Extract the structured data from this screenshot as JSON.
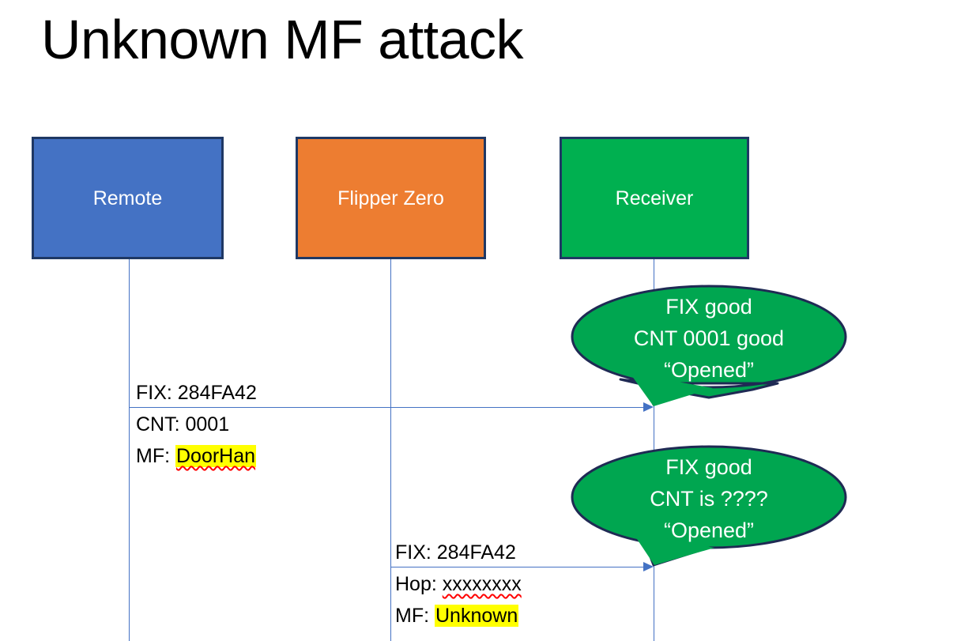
{
  "slide": {
    "title": "Unknown MF attack",
    "background": "#ffffff"
  },
  "colors": {
    "remote": "#4472C4",
    "flipper": "#ED7D31",
    "receiver": "#00B050",
    "box_border": "#1F3864",
    "lifeline": "#4472C4",
    "highlight": "#FFFF00",
    "spellcheck": "#FF0000",
    "text_dark": "#000000",
    "text_light": "#FFFFFF"
  },
  "actors": [
    {
      "id": "remote",
      "label": "Remote"
    },
    {
      "id": "flipper",
      "label": "Flipper Zero"
    },
    {
      "id": "receiver",
      "label": "Receiver"
    }
  ],
  "messages": [
    {
      "id": "msg-remote-to-receiver",
      "from": "remote",
      "to": "receiver",
      "lines": [
        {
          "label": "FIX: 284FA42",
          "highlight": "",
          "spellcheck": false
        },
        {
          "label": "CNT: 0001",
          "highlight": "",
          "spellcheck": false
        },
        {
          "label": "MF: ",
          "highlight": "DoorHan",
          "spellcheck": true
        }
      ]
    },
    {
      "id": "msg-flipper-to-receiver",
      "from": "flipper",
      "to": "receiver",
      "lines": [
        {
          "label": "FIX: 284FA42",
          "highlight": "",
          "spellcheck": false
        },
        {
          "label": "Hop: ",
          "highlight": "",
          "plain_spell": "xxxxxxxx",
          "spellcheck": true
        },
        {
          "label": "MF: ",
          "highlight": "Unknown",
          "spellcheck": false
        }
      ]
    }
  ],
  "bubbles": [
    {
      "id": "bubble-receiver-1",
      "line1": "FIX good",
      "line2": "CNT 0001 good",
      "line3": "“Opened”"
    },
    {
      "id": "bubble-receiver-2",
      "line1": "FIX good",
      "line2": "CNT is ????",
      "line3": "“Opened”"
    }
  ]
}
